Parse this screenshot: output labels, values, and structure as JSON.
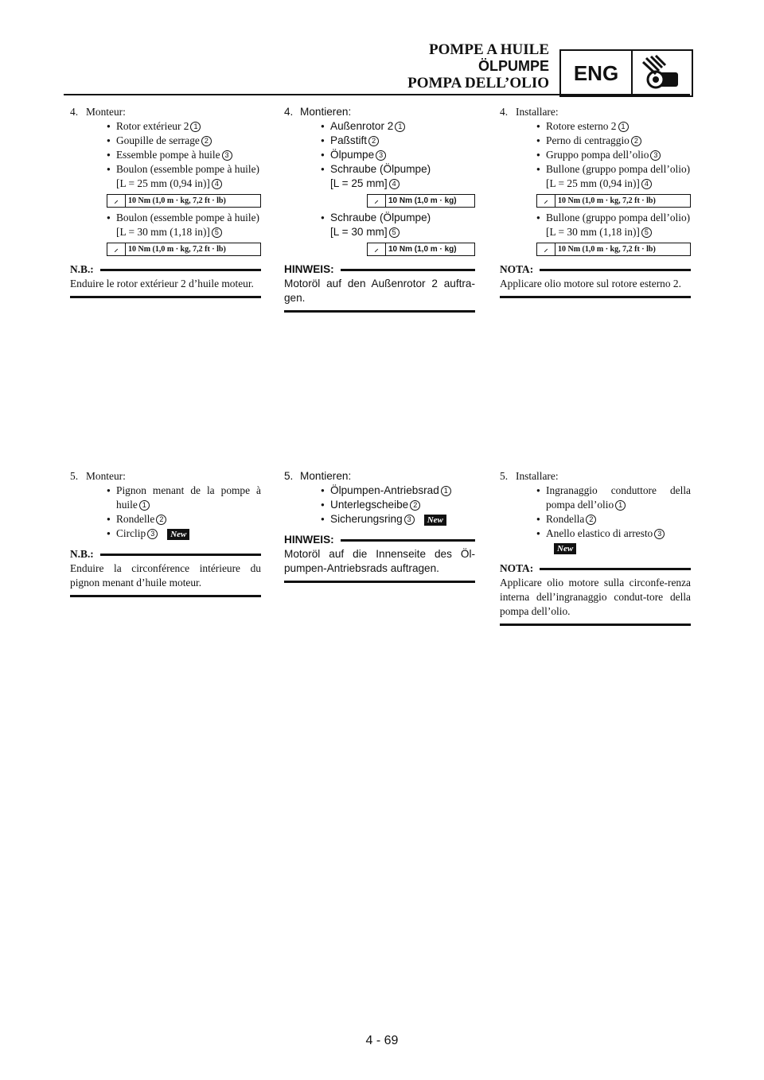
{
  "header": {
    "title_fr": "POMPE A HUILE",
    "title_de": "ÖLPUMPE",
    "title_it": "POMPA DELL’OLIO",
    "badge": "ENG",
    "badge_icon": "engine-icon"
  },
  "page_number": "4 - 69",
  "new_label": "New",
  "fr": {
    "s4": {
      "num": "4.",
      "title": "Monteur:",
      "items": [
        "Rotor extérieur 2",
        "Goupille de serrage",
        "Essemble pompe à huile",
        "Boulon (essemble pompe à huile)",
        "[L = 25 mm (0,94 in)]",
        "Boulon (essemble pompe à huile)",
        "[L = 30 mm (1,18 in)]"
      ],
      "torque1": "10 Nm (1,0 m · kg, 7,2 ft · lb)",
      "torque2": "10 Nm (1,0 m · kg, 7,2 ft · lb)",
      "note_label": "N.B.:",
      "note": "Enduire le rotor extérieur 2 d’huile moteur."
    },
    "s5": {
      "num": "5.",
      "title": "Monteur:",
      "items": [
        "Pignon menant de la pompe à huile",
        "Rondelle",
        "Circlip"
      ],
      "note_label": "N.B.:",
      "note": "Enduire la circonférence intérieure du pignon menant d’huile moteur."
    }
  },
  "de": {
    "s4": {
      "num": "4.",
      "title": "Montieren:",
      "items": [
        "Außenrotor 2",
        "Paßstift",
        "Ölpumpe",
        "Schraube (Ölpumpe)",
        "[L = 25 mm]",
        "Schraube (Ölpumpe)",
        "[L = 30 mm]"
      ],
      "torque1": "10 Nm (1,0 m · kg)",
      "torque2": "10 Nm (1,0 m · kg)",
      "note_label": "HINWEIS:",
      "note": "Motoröl auf den Außenrotor 2 auftra-gen."
    },
    "s5": {
      "num": "5.",
      "title": "Montieren:",
      "items": [
        "Ölpumpen-Antriebsrad",
        "Unterlegscheibe",
        "Sicherungsring"
      ],
      "note_label": "HINWEIS:",
      "note": "Motoröl auf die Innenseite des Öl-pumpen-Antriebsrads auftragen."
    }
  },
  "it": {
    "s4": {
      "num": "4.",
      "title": "Installare:",
      "items": [
        "Rotore esterno 2",
        "Perno di centraggio",
        "Gruppo pompa dell’olio",
        "Bullone (gruppo pompa dell’olio)",
        "[L = 25 mm (0,94 in)]",
        "Bullone (gruppo pompa dell’olio)",
        "[L = 30 mm (1,18 in)]"
      ],
      "torque1": "10 Nm (1,0 m · kg, 7,2 ft · lb)",
      "torque2": "10 Nm (1,0 m · kg, 7,2 ft · lb)",
      "note_label": "NOTA:",
      "note": "Applicare olio motore sul rotore esterno 2."
    },
    "s5": {
      "num": "5.",
      "title": "Installare:",
      "items": [
        "Ingranaggio conduttore della pompa dell’olio",
        "Rondella",
        "Anello elastico di arresto"
      ],
      "note_label": "NOTA:",
      "note": "Applicare olio motore sulla circonfe-renza interna dell’ingranaggio condut-tore della pompa dell’olio."
    }
  }
}
